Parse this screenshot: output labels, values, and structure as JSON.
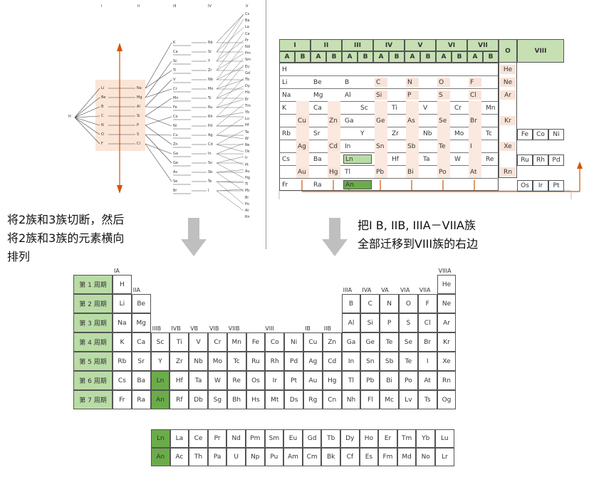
{
  "captions": {
    "left": [
      "将2族和3族切断，然后",
      "将2族和3族的元素横向",
      "排列"
    ],
    "right": [
      "把I B, IIB, IIIA－VIIA族",
      "全部迁移到VIII族的右边"
    ]
  },
  "colors": {
    "accent_light": "#c6e0b4",
    "accent_dark": "#6aac4a",
    "pink": "#f9e3d8",
    "arrow_orange": "#d35400",
    "arrow_gray": "#bfbfbf"
  },
  "mendeleev": {
    "headers": [
      "I",
      "II",
      "III",
      "IV",
      "V"
    ],
    "left_col": [
      "Li",
      "Be",
      "B",
      "C",
      "N",
      "O",
      "F"
    ],
    "right_col": [
      "Na",
      "Mg",
      "Al",
      "Si",
      "P",
      "S",
      "Cl"
    ],
    "col1": [
      "K",
      "Ca",
      "Sc",
      "Ti",
      "V",
      "Cr",
      "Mn",
      "Fe",
      "Co",
      "Ni",
      "Cu",
      "Zn",
      "Ga",
      "Ge",
      "As",
      "Se",
      "Br"
    ],
    "col2": [
      "Rb",
      "Sr",
      "Y",
      "Zr",
      "Nb",
      "Mo",
      "Tc",
      "Ru",
      "Rh",
      "Pd",
      "Ag",
      "Cd",
      "In",
      "Sn",
      "Sb",
      "Te",
      "I"
    ],
    "col3": [
      "Cs",
      "Ba",
      "La",
      "Ce",
      "Pr",
      "Nd",
      "Pm",
      "Sm",
      "Eu",
      "Gd",
      "Tb",
      "Dy",
      "Ho",
      "Er",
      "Tm",
      "Yb",
      "Lu",
      "Hf",
      "Ta",
      "W",
      "Re",
      "Os",
      "Ir",
      "Pt",
      "Au",
      "Hg",
      "Tl",
      "Pb",
      "Bi",
      "Po",
      "At",
      "Rn"
    ],
    "center": "H"
  },
  "short_table": {
    "groups": [
      "I",
      "II",
      "III",
      "IV",
      "V",
      "VI",
      "VII",
      "O",
      "VIII"
    ],
    "subgroups": [
      "A",
      "B"
    ],
    "rows": [
      [
        {
          "t": "H",
          "c": 0
        }
      ],
      [
        {
          "t": "Li",
          "c": 0
        },
        {
          "t": "Be",
          "c": 2
        },
        {
          "t": "B",
          "c": 4
        },
        {
          "t": "C",
          "c": 6,
          "p": 1
        },
        {
          "t": "N",
          "c": 8,
          "p": 1
        },
        {
          "t": "O",
          "c": 10,
          "p": 1
        },
        {
          "t": "F",
          "c": 12,
          "p": 1
        }
      ],
      [
        {
          "t": "Na",
          "c": 0
        },
        {
          "t": "Mg",
          "c": 2
        },
        {
          "t": "Al",
          "c": 4
        },
        {
          "t": "Si",
          "c": 6,
          "p": 1
        },
        {
          "t": "P",
          "c": 8,
          "p": 1
        },
        {
          "t": "S",
          "c": 10,
          "p": 1
        },
        {
          "t": "Cl",
          "c": 12,
          "p": 1
        }
      ],
      [
        {
          "t": "K",
          "c": 0
        },
        {
          "t": "Ca",
          "c": 2
        },
        {
          "t": "Sc",
          "c": 5
        },
        {
          "t": "Ti",
          "c": 7
        },
        {
          "t": "V",
          "c": 9
        },
        {
          "t": "Cr",
          "c": 11
        },
        {
          "t": "Mn",
          "c": 13
        }
      ],
      [
        {
          "t": "Cu",
          "c": 1,
          "p": 1
        },
        {
          "t": "Zn",
          "c": 3,
          "p": 1
        },
        {
          "t": "Ga",
          "c": 4
        },
        {
          "t": "Ge",
          "c": 6
        },
        {
          "t": "As",
          "c": 8
        },
        {
          "t": "Se",
          "c": 10
        },
        {
          "t": "Br",
          "c": 12
        }
      ],
      [
        {
          "t": "Rb",
          "c": 0
        },
        {
          "t": "Sr",
          "c": 2
        },
        {
          "t": "Y",
          "c": 5
        },
        {
          "t": "Zr",
          "c": 7
        },
        {
          "t": "Nb",
          "c": 9
        },
        {
          "t": "Mo",
          "c": 11
        },
        {
          "t": "Tc",
          "c": 13
        }
      ],
      [
        {
          "t": "Ag",
          "c": 1,
          "p": 1
        },
        {
          "t": "Cd",
          "c": 3,
          "p": 1
        },
        {
          "t": "In",
          "c": 4
        },
        {
          "t": "Sn",
          "c": 6
        },
        {
          "t": "Sb",
          "c": 8
        },
        {
          "t": "Te",
          "c": 10
        },
        {
          "t": "I",
          "c": 12
        }
      ],
      [
        {
          "t": "Cs",
          "c": 0
        },
        {
          "t": "Ba",
          "c": 2
        },
        {
          "t": "Ln",
          "c": 4,
          "g": 1
        },
        {
          "t": "Hf",
          "c": 7
        },
        {
          "t": "Ta",
          "c": 9
        },
        {
          "t": "W",
          "c": 11
        },
        {
          "t": "Re",
          "c": 13
        }
      ],
      [
        {
          "t": "Au",
          "c": 1,
          "p": 1
        },
        {
          "t": "Hg",
          "c": 3,
          "p": 1
        },
        {
          "t": "Tl",
          "c": 4
        },
        {
          "t": "Pb",
          "c": 6
        },
        {
          "t": "Bi",
          "c": 8
        },
        {
          "t": "Po",
          "c": 10
        },
        {
          "t": "At",
          "c": 12
        }
      ],
      [
        {
          "t": "Fr",
          "c": 0
        },
        {
          "t": "Ra",
          "c": 2
        },
        {
          "t": "An",
          "c": 4,
          "d": 1
        }
      ]
    ],
    "noble": [
      "He",
      "Ne",
      "Ar",
      "Kr",
      "Xe",
      "Rn"
    ],
    "viii": [
      [
        "Fe",
        "Co",
        "Ni"
      ],
      [
        "Ru",
        "Rh",
        "Pd"
      ],
      [
        "Os",
        "Ir",
        "Pt"
      ]
    ]
  },
  "modern": {
    "periods": [
      "第 1 周期",
      "第 2 周期",
      "第 3 周期",
      "第 4 周期",
      "第 5 周期",
      "第 6 周期",
      "第 7 周期"
    ],
    "group_labels": [
      {
        "t": "IA",
        "c": 0,
        "r": 0
      },
      {
        "t": "IIA",
        "c": 1,
        "r": 1
      },
      {
        "t": "IIIB",
        "c": 2,
        "r": 3
      },
      {
        "t": "IVB",
        "c": 3,
        "r": 3
      },
      {
        "t": "VB",
        "c": 4,
        "r": 3
      },
      {
        "t": "VIB",
        "c": 5,
        "r": 3
      },
      {
        "t": "VIIB",
        "c": 6,
        "r": 3
      },
      {
        "t": "VIII",
        "c": 8,
        "r": 3
      },
      {
        "t": "IB",
        "c": 10,
        "r": 3
      },
      {
        "t": "IIB",
        "c": 11,
        "r": 3
      },
      {
        "t": "IIIA",
        "c": 12,
        "r": 1
      },
      {
        "t": "IVA",
        "c": 13,
        "r": 1
      },
      {
        "t": "VA",
        "c": 14,
        "r": 1
      },
      {
        "t": "VIA",
        "c": 15,
        "r": 1
      },
      {
        "t": "VIIA",
        "c": 16,
        "r": 1
      },
      {
        "t": "VIIIA",
        "c": 17,
        "r": 0
      }
    ],
    "rows": [
      [
        "H",
        "",
        "",
        "",
        "",
        "",
        "",
        "",
        "",
        "",
        "",
        "",
        "",
        "",
        "",
        "",
        "",
        "He"
      ],
      [
        "Li",
        "Be",
        "",
        "",
        "",
        "",
        "",
        "",
        "",
        "",
        "",
        "",
        "B",
        "C",
        "N",
        "O",
        "F",
        "Ne"
      ],
      [
        "Na",
        "Mg",
        "",
        "",
        "",
        "",
        "",
        "",
        "",
        "",
        "",
        "",
        "Al",
        "Si",
        "P",
        "S",
        "Cl",
        "Ar"
      ],
      [
        "K",
        "Ca",
        "Sc",
        "Ti",
        "V",
        "Cr",
        "Mn",
        "Fe",
        "Co",
        "Ni",
        "Cu",
        "Zn",
        "Ga",
        "Ge",
        "Te",
        "Se",
        "Br",
        "Kr"
      ],
      [
        "Rb",
        "Sr",
        "Y",
        "Zr",
        "Nb",
        "Mo",
        "Tc",
        "Ru",
        "Rh",
        "Pd",
        "Ag",
        "Cd",
        "In",
        "Sn",
        "Sb",
        "Te",
        "I",
        "Xe"
      ],
      [
        "Cs",
        "Ba",
        "Ln",
        "Hf",
        "Ta",
        "W",
        "Re",
        "Os",
        "Ir",
        "Pt",
        "Au",
        "Hg",
        "Tl",
        "Pb",
        "Bi",
        "Po",
        "At",
        "Rn"
      ],
      [
        "Fr",
        "Ra",
        "An",
        "Rf",
        "Db",
        "Sg",
        "Bh",
        "Hs",
        "Mt",
        "Ds",
        "Rg",
        "Cn",
        "Nh",
        "Fl",
        "Mc",
        "Lv",
        "Ts",
        "Og"
      ]
    ],
    "ln_row": [
      "Ln",
      "La",
      "Ce",
      "Pr",
      "Nd",
      "Pm",
      "Sm",
      "Eu",
      "Gd",
      "Tb",
      "Dy",
      "Ho",
      "Er",
      "Tm",
      "Yb",
      "Lu"
    ],
    "an_row": [
      "An",
      "Ac",
      "Th",
      "Pa",
      "U",
      "Np",
      "Pu",
      "Am",
      "Cm",
      "Bk",
      "Cf",
      "Es",
      "Fm",
      "Md",
      "No",
      "Lr"
    ]
  }
}
